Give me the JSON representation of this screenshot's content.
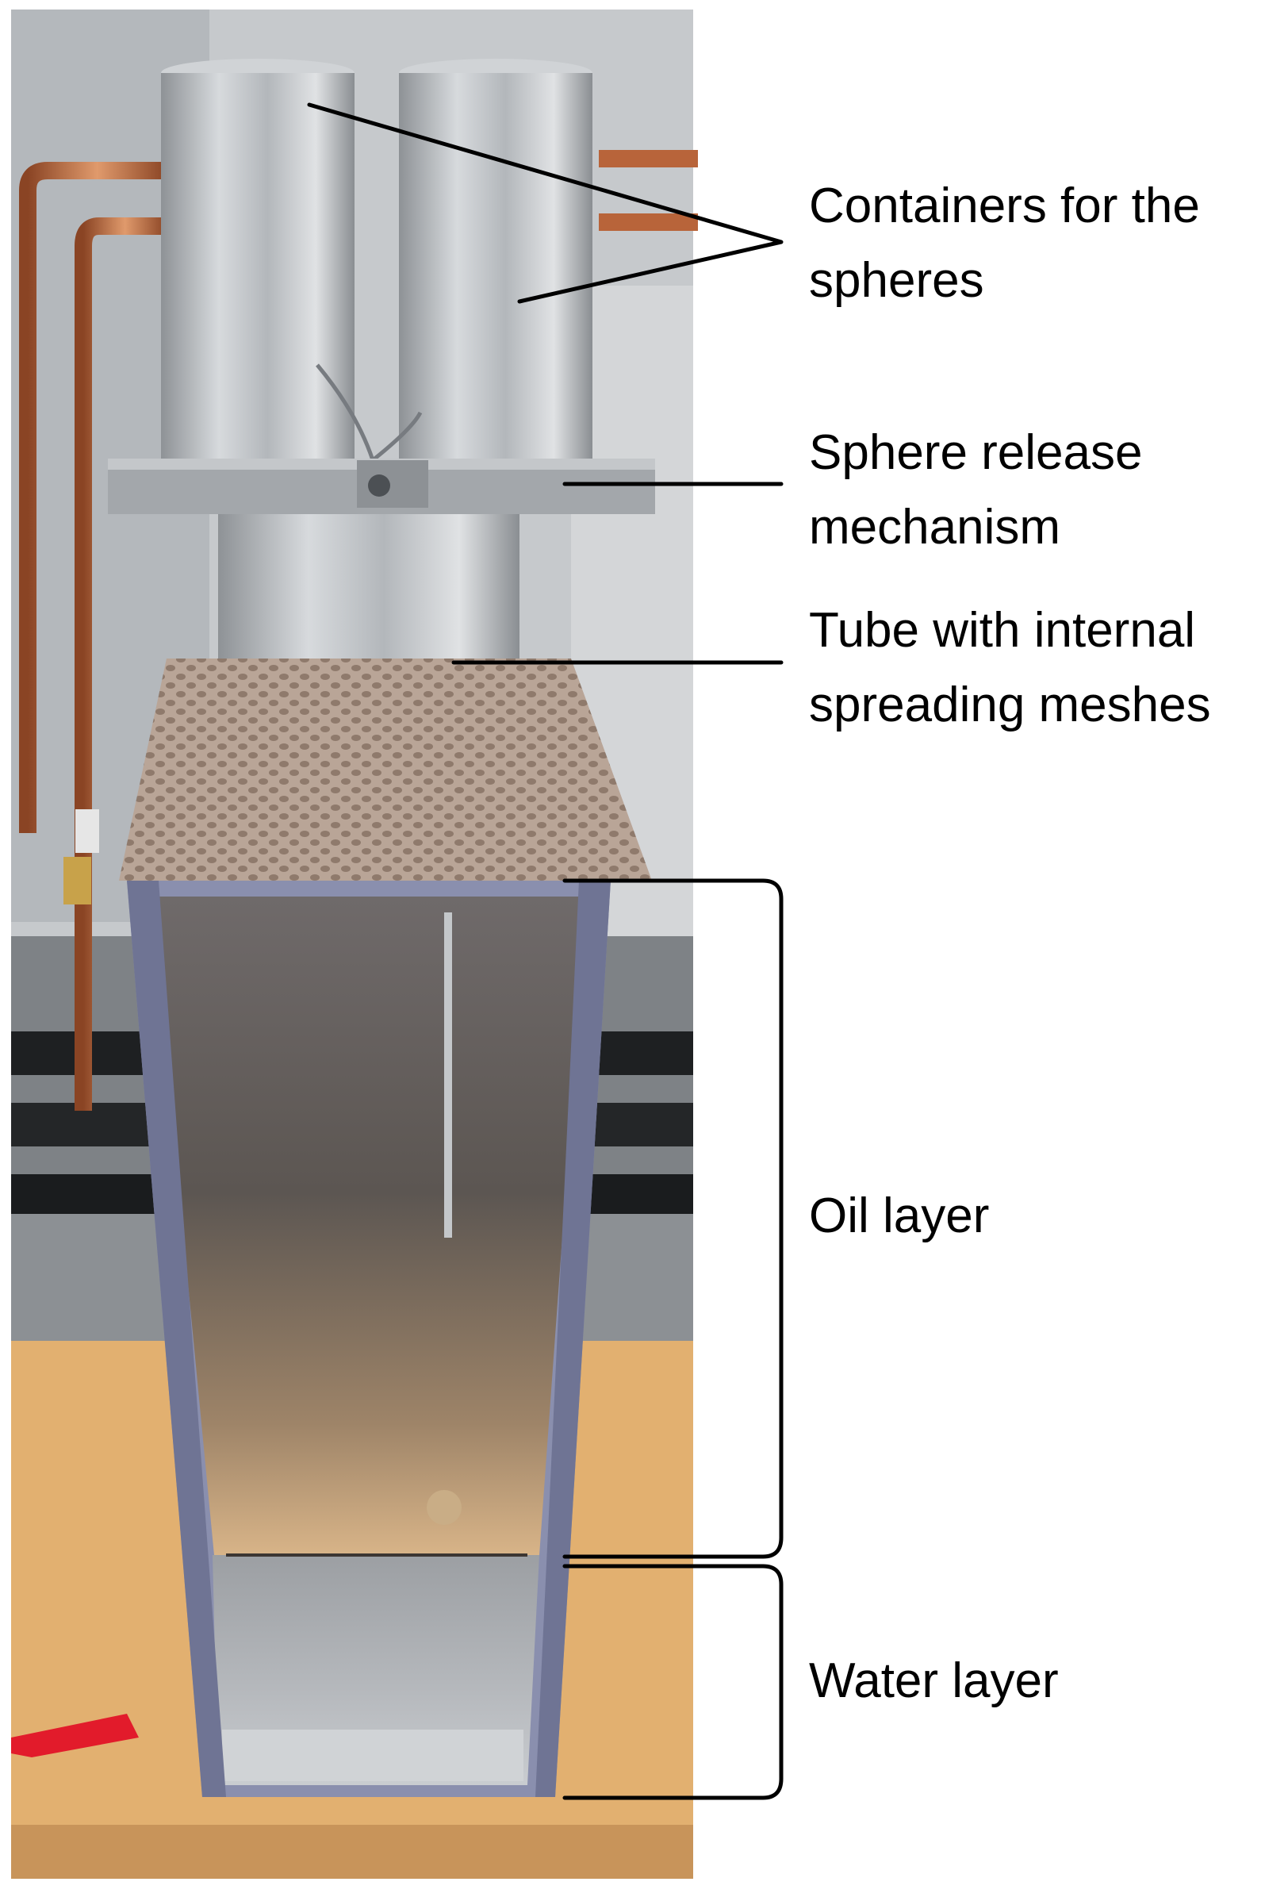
{
  "labels": {
    "containers": "Containers for the\nspheres",
    "release": "Sphere release\nmechanism",
    "tube": "Tube with internal\nspreading meshes",
    "oil": "Oil layer",
    "water": "Water layer"
  },
  "colors": {
    "steel": "#b8bbbe",
    "copper": "#b8643a",
    "bench": "#e2b070",
    "wall": "#c6c9cc",
    "acrylic": "#8a8fae",
    "oil": "#8a7a66",
    "water": "#a3a7ab"
  }
}
